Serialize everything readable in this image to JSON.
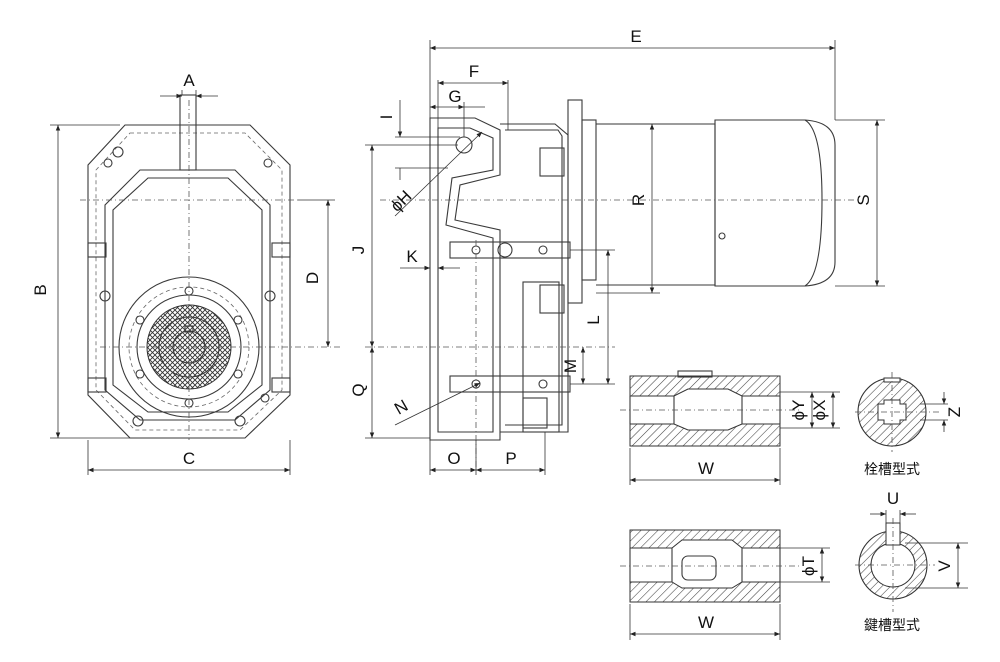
{
  "labels": {
    "A": "A",
    "B": "B",
    "C": "C",
    "D": "D",
    "E": "E",
    "F": "F",
    "G": "G",
    "H": "ϕH",
    "I": "I",
    "J": "J",
    "K": "K",
    "L": "L",
    "M": "M",
    "N": "N",
    "O": "O",
    "P": "P",
    "Q": "Q",
    "R": "R",
    "S": "S",
    "T": "ϕT",
    "U": "U",
    "V": "V",
    "W1": "W",
    "W2": "W",
    "X": "ϕX",
    "Y": "ϕY",
    "Z": "Z"
  },
  "captions": {
    "spline": "栓槽型式",
    "keyway": "鍵槽型式"
  }
}
